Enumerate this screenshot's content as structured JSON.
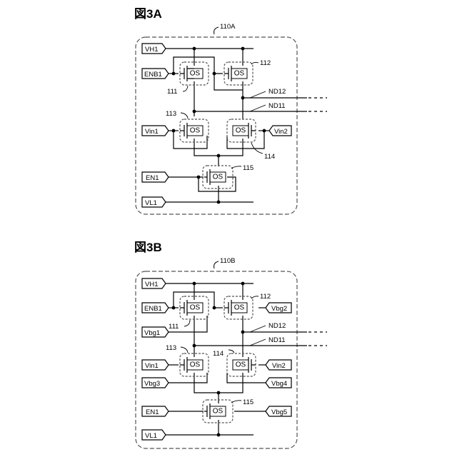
{
  "figures": {
    "a": {
      "title": "図3A",
      "block": "110A",
      "pins": {
        "vh1": "VH1",
        "enb1": "ENB1",
        "vin1": "Vin1",
        "vin2": "Vin2",
        "en1": "EN1",
        "vl1": "VL1"
      },
      "refs": {
        "t111": "111",
        "t112": "112",
        "t113": "113",
        "t114": "114",
        "t115": "115"
      },
      "nodes": {
        "nd12": "ND12",
        "nd11": "ND11"
      }
    },
    "b": {
      "title": "図3B",
      "block": "110B",
      "pins": {
        "vh1": "VH1",
        "enb1": "ENB1",
        "vbg1": "Vbg1",
        "vbg2": "Vbg2",
        "vin1": "Vin1",
        "vin2": "Vin2",
        "vbg3": "Vbg3",
        "vbg4": "Vbg4",
        "en1": "EN1",
        "vbg5": "Vbg5",
        "vl1": "VL1"
      },
      "refs": {
        "t111": "111",
        "t112": "112",
        "t113": "113",
        "t114": "114",
        "t115": "115"
      },
      "nodes": {
        "nd12": "ND12",
        "nd11": "ND11"
      }
    }
  },
  "transistor_label": "OS"
}
